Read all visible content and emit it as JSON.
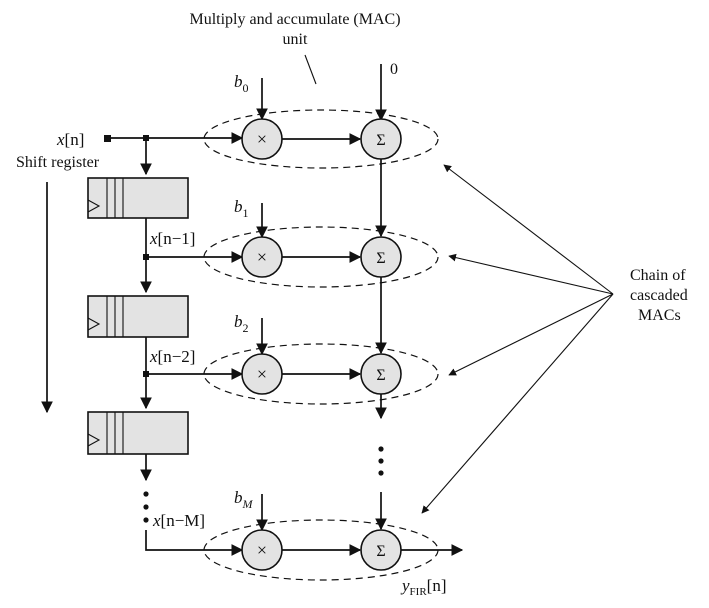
{
  "title_line1": "Multiply and accumulate (MAC)",
  "title_line2": "unit",
  "zero_input": "0",
  "shift_register_label": "Shift register",
  "chain_label_line1": "Chain of",
  "chain_label_line2": "cascaded",
  "chain_label_line3": "MACs",
  "input_signal": {
    "main": "x",
    "arg": "[n]"
  },
  "tap_labels": [
    {
      "main": "x",
      "arg": "[n−1]"
    },
    {
      "main": "x",
      "arg": "[n−2]"
    },
    {
      "main": "x",
      "arg": "[n−M]"
    }
  ],
  "coefficients": [
    {
      "main": "b",
      "sub": "0"
    },
    {
      "main": "b",
      "sub": "1"
    },
    {
      "main": "b",
      "sub": "2"
    },
    {
      "main": "b",
      "sub": "M"
    }
  ],
  "multiply_symbol": "×",
  "sum_symbol": "Σ",
  "output_label": {
    "main": "y",
    "sub": "FIR",
    "arg": "[n]"
  }
}
